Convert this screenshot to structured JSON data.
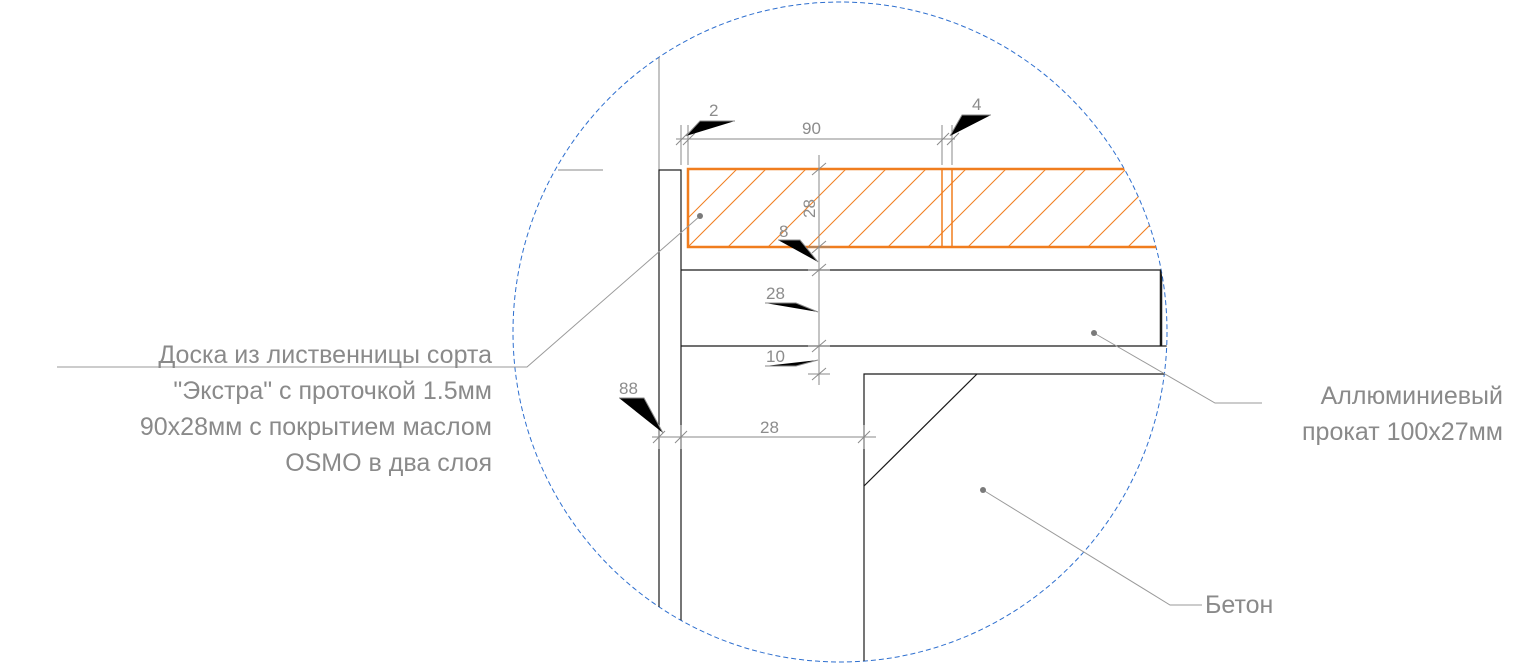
{
  "callouts": {
    "board": {
      "line1": "Доска из лиственницы сорта",
      "line2": "\"Экстра\" с проточкой 1.5мм",
      "line3": "90x28мм с покрытием маслом",
      "line4": "OSMO в два слоя"
    },
    "aluminium": {
      "line1": "Аллюминиевый",
      "line2": "прокат 100x27мм"
    },
    "concrete": {
      "line1": "Бетон"
    }
  },
  "dimensions": {
    "gap_left": "2",
    "board_width": "90",
    "gap_right": "4",
    "board_thickness": "28",
    "gap_board_profile": "8",
    "profile_thickness": "28",
    "gap_profile_concrete": "10",
    "post_offset": "88",
    "post_to_concrete": "28"
  },
  "colors": {
    "board_outline": "#f07d1e",
    "detail_circle": "#2e6fcf",
    "lines": "#1a1a1a",
    "leaders": "#9a9a9a"
  }
}
